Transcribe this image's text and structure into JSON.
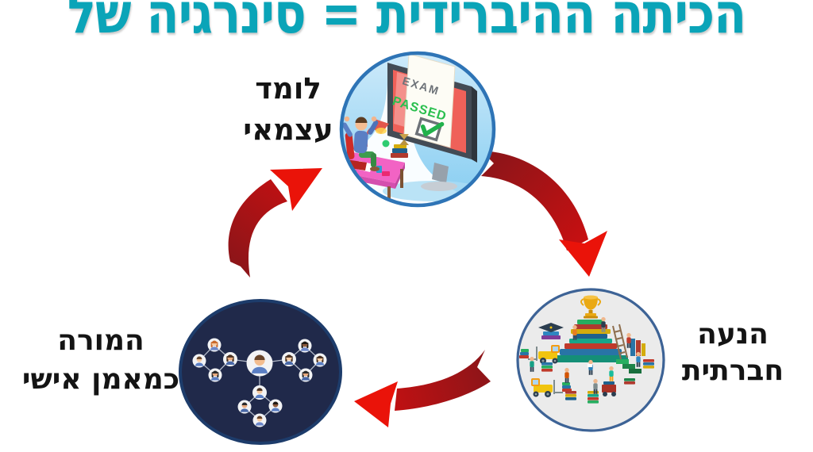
{
  "slide": {
    "title": "הכיתה ההיברידית = סינרגיה של",
    "title_color": "#0aa4b8",
    "background": "#ffffff"
  },
  "cycle_nodes": {
    "independent_learner": {
      "line1": "לומד",
      "line2": "עצמאי"
    },
    "social_motivation": {
      "line1": "הנעה",
      "line2": "חברתית"
    },
    "teacher_coach": {
      "line1": "המורה",
      "line2": "כמאמן אישי"
    }
  },
  "illustration_text": {
    "exam": "EXAM",
    "passed": "PASSED"
  },
  "arrows": [
    {
      "from": "independent_learner",
      "to": "social_motivation"
    },
    {
      "from": "social_motivation",
      "to": "teacher_coach"
    },
    {
      "from": "teacher_coach",
      "to": "independent_learner"
    }
  ],
  "colors": {
    "label_text": "#141414",
    "arrow_dark_red": "#8c1519",
    "arrow_bright_red": "#ea1309",
    "top_circle_border": "#2e74b6",
    "top_circle_fill": "#9ed6f4",
    "right_circle_border": "#3d6396",
    "right_circle_fill": "#ebebeb",
    "left_circle_border": "#1d3c6b",
    "left_circle_fill": "#20294a",
    "passed_green": "#2abf4e",
    "exam_gray": "#6d7278",
    "screen_red": "#ef6159",
    "trophy_gold": "#eaa913"
  }
}
